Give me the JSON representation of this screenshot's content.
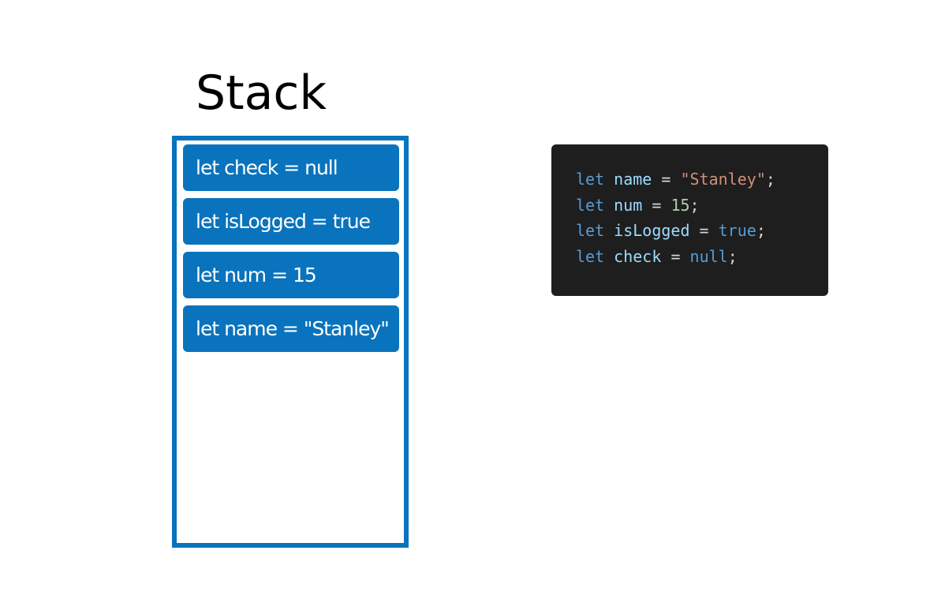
{
  "title": "Stack",
  "colors": {
    "stack_border": "#0a73bd",
    "frame_fill": "#0a73bd",
    "code_background": "#1e1e1e"
  },
  "stack": {
    "frames": [
      "let check = null",
      "let isLogged = true",
      "let num = 15",
      "let name = \"Stanley\""
    ]
  },
  "code": {
    "lines": [
      {
        "keyword": "let",
        "name": "name",
        "operator": "=",
        "value": "\"Stanley\"",
        "value_kind": "string",
        "terminator": ";"
      },
      {
        "keyword": "let",
        "name": "num",
        "operator": "=",
        "value": "15",
        "value_kind": "number",
        "terminator": ";"
      },
      {
        "keyword": "let",
        "name": "isLogged",
        "operator": "=",
        "value": "true",
        "value_kind": "literal",
        "terminator": ";"
      },
      {
        "keyword": "let",
        "name": "check",
        "operator": "=",
        "value": "null",
        "value_kind": "literal",
        "terminator": ";"
      }
    ]
  }
}
